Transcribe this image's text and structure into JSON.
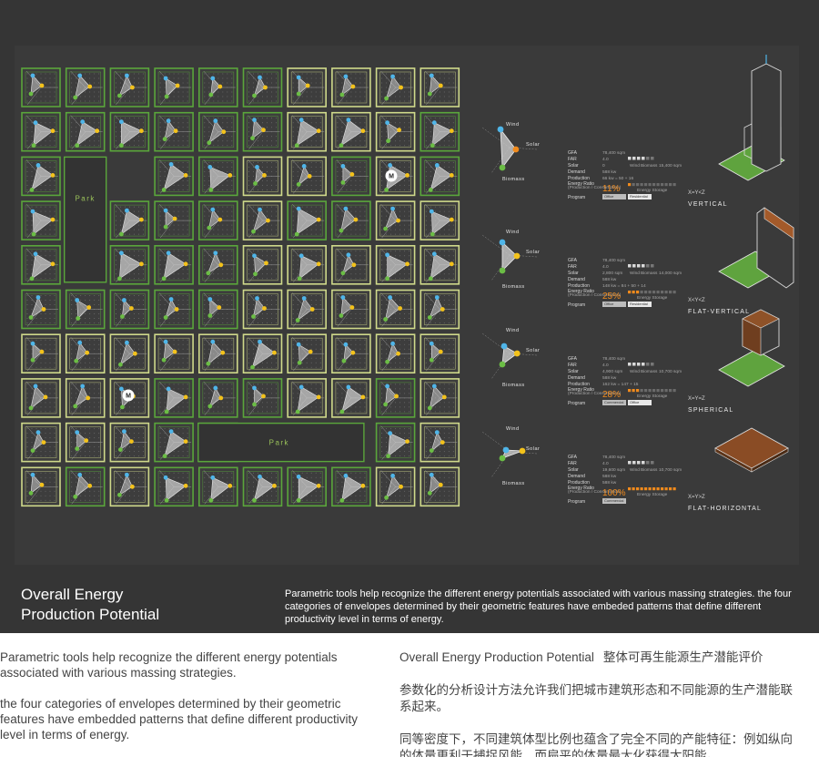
{
  "panel_title": "Overall Energy\nProduction Potential",
  "panel_summary": "Parametric tools help recognize the different energy potentials associated with various massing strategies. the four categories of envelopes determined by their geometric features have embeded patterns that define different productivity level in terms of energy.",
  "grid": {
    "park_label": "Park",
    "metro_label": "M",
    "colors": {
      "green_frame": "#5aa63b",
      "yellow_frame": "#cfd98a",
      "wind": "#4fb5e8",
      "solar": "#f3c21b",
      "biomass": "#6bbd45"
    }
  },
  "axis_labels": {
    "wind": "Wind",
    "solar": "Solar",
    "biomass": "Biomass"
  },
  "rows": {
    "gfa": "GFA",
    "far": "FAR",
    "solar": "Solar",
    "demand": "Demand",
    "production": "Production",
    "energy_ratio": "Energy Ratio",
    "ratio_sub": "(Production / Consumption)",
    "program": "Program",
    "energy_storage": "Energy Storage",
    "wind_mini": "Wind",
    "biomass_mini": "Biomass"
  },
  "categories": [
    {
      "name": "Vertical",
      "formula": "X=Y<Z",
      "gfa": "78,400 sqm",
      "far": "4.0",
      "solar": "0",
      "wind_val": "15,400 sqm",
      "demand": "588 kw",
      "production": "66 kw = 50 + 16",
      "ratio": "11%",
      "ratio_value": 0.11,
      "programs": [
        "Office",
        "Residential"
      ]
    },
    {
      "name": "Flat-vertical",
      "formula": "X<Y<Z",
      "gfa": "78,400 sqm",
      "far": "4.0",
      "solar": "2,800 sqm",
      "wind_val": "14,000 sqm",
      "demand": "588 kw",
      "production": "148 kw = 84 + 50 + 14",
      "ratio": "25%",
      "ratio_value": 0.25,
      "programs": [
        "Office",
        "Residential"
      ]
    },
    {
      "name": "Spherical",
      "formula": "X=Y=Z",
      "gfa": "78,400 sqm",
      "far": "4.0",
      "solar": "4,900 sqm",
      "wind_val": "10,700 sqm",
      "demand": "588 kw",
      "production": "162 kw = 147 + 15",
      "ratio": "28%",
      "ratio_value": 0.28,
      "programs": [
        "Commercial",
        "Office"
      ]
    },
    {
      "name": "Flat-horizontal",
      "formula": "X=Y>Z",
      "gfa": "78,400 sqm",
      "far": "4.0",
      "solar": "19,600 sqm",
      "wind_val": "10,700 sqm",
      "demand": "588 kw",
      "production": "588 kw",
      "ratio": "100%",
      "ratio_value": 1.0,
      "programs": [
        "Commercial"
      ]
    }
  ],
  "bottom_left": [
    "Parametric tools help recognize the different energy potentials associated with various massing strategies.",
    "the four categories of envelopes determined by their geometric features have embedded patterns that define different productivity level in terms of energy."
  ],
  "bottom_right": {
    "heading_en": "Overall Energy Production Potential",
    "heading_cn": "整体可再生能源生产潜能评价",
    "p1": "参数化的分析设计方法允许我们把城市建筑形态和不同能源的生产潜能联系起来。",
    "p2": "同等密度下，不同建筑体型比例也蕴含了完全不同的产能特征：例如纵向的体量更利于捕捉风能，而扁平的体量最大化获得太阳能。"
  }
}
